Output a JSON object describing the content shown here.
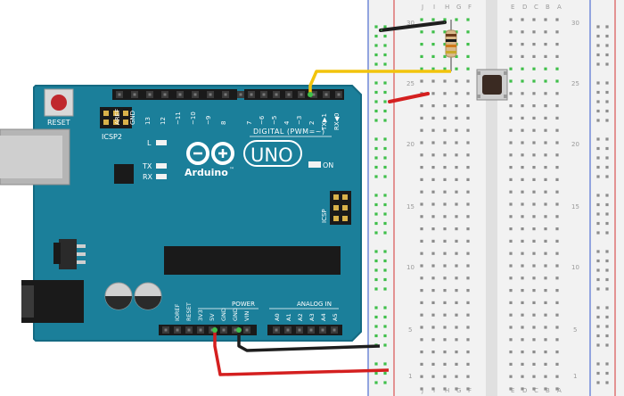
{
  "arduino": {
    "reset_label": "RESET",
    "icsp2_label": "ICSP2",
    "icsp_label": "ICSP",
    "brand": "Arduino",
    "tm": "™",
    "model": "UNO",
    "on_label": "ON",
    "led_l": "L",
    "led_tx": "TX",
    "led_rx": "RX",
    "digital_label": "DIGITAL (PWM=~)",
    "power_label": "POWER",
    "analog_label": "ANALOG IN",
    "top_left_pins": [
      "AREF",
      "GND",
      "13",
      "12",
      "~11",
      "~10",
      "~9",
      "8"
    ],
    "top_right_pins": [
      "7",
      "~6",
      "~5",
      "4",
      "~3",
      "2",
      "TX▶1",
      "RX◀0"
    ],
    "power_pins": [
      "IOREF",
      "RESET",
      "3V3",
      "5V",
      "GND",
      "GND",
      "VIN"
    ],
    "analog_pins": [
      "A0",
      "A1",
      "A2",
      "A3",
      "A4",
      "A5"
    ]
  },
  "breadboard": {
    "col_letters_left": [
      "J",
      "I",
      "H",
      "G",
      "F"
    ],
    "col_letters_right": [
      "E",
      "D",
      "C",
      "B",
      "A"
    ],
    "row_numbers": [
      "1",
      "5",
      "10",
      "15",
      "20",
      "25",
      "30"
    ]
  },
  "colors": {
    "board": "#1b7f9a",
    "board_edge": "#146a82",
    "wire_yellow": "#f2c40c",
    "wire_red": "#d41f1f",
    "wire_black": "#1e1e1e",
    "hole": "#8c8c8c",
    "hole_active": "#3fbf4a",
    "rail_blue": "#3355cc",
    "rail_red": "#d43333"
  }
}
